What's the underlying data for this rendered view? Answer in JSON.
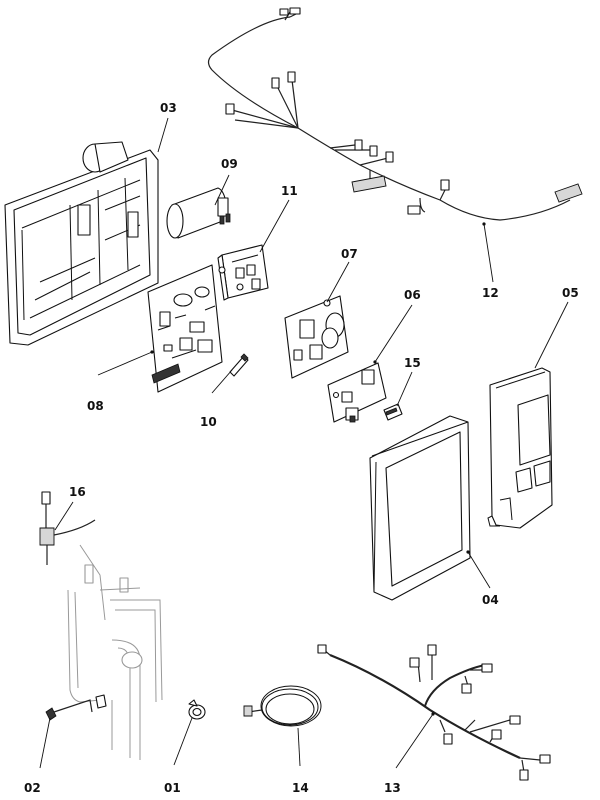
{
  "callouts": {
    "c01": "01",
    "c02": "02",
    "c03": "03",
    "c04": "04",
    "c05": "05",
    "c06": "06",
    "c07": "07",
    "c08": "08",
    "c09": "09",
    "c10": "10",
    "c11": "11",
    "c12": "12",
    "c13": "13",
    "c14": "14",
    "c15": "15",
    "c16": "16"
  }
}
